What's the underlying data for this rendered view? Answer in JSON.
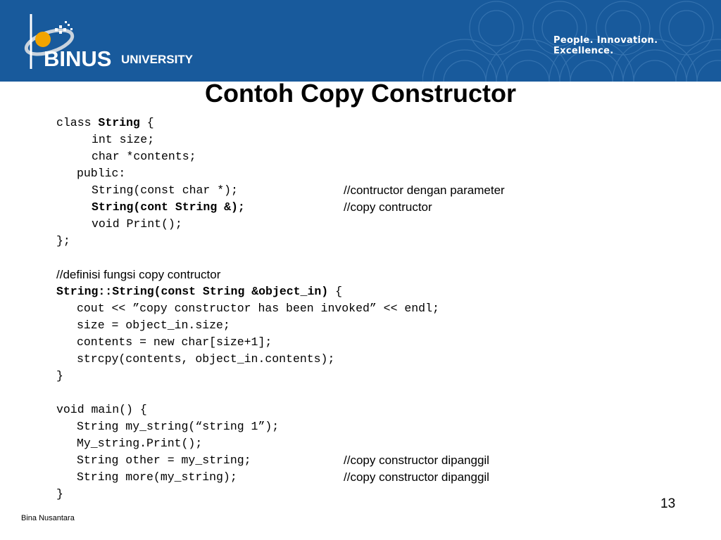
{
  "header": {
    "logo_brand": "BINUS",
    "logo_word": "UNIVERSITY",
    "tagline": "People. Innovation. Excellence.",
    "background_color": "#185a9c"
  },
  "slide": {
    "title": "Contoh Copy Constructor",
    "code": {
      "l1_a": "class ",
      "l1_b": "String",
      "l1_c": " {",
      "l2": "int size;",
      "l3": "char *contents;",
      "l4": "public:",
      "l5": "String(const char *);",
      "l5_comment": "//contructor dengan parameter",
      "l6": "String(cont String &);",
      "l6_comment": "//copy contructor",
      "l7": "void Print();",
      "l8": "};",
      "l10": "//definisi fungsi copy contructor",
      "l11_a": "String::String(const String &object_in)",
      "l11_b": " {",
      "l12": "cout << ”copy constructor has been invoked” << endl;",
      "l13": "size = object_in.size;",
      "l14": "contents = new char[size+1];",
      "l15": "strcpy(contents, object_in.contents);",
      "l16": "}",
      "l18": "void main() {",
      "l19": "String my_string(“string 1”);",
      "l20": "My_string.Print();",
      "l21": "String other = my_string;",
      "l21_comment": "//copy constructor dipanggil",
      "l22": "String more(my_string);",
      "l22_comment": "//copy constructor dipanggil",
      "l23": "}"
    },
    "page_number": "13",
    "footer": "Bina Nusantara"
  }
}
